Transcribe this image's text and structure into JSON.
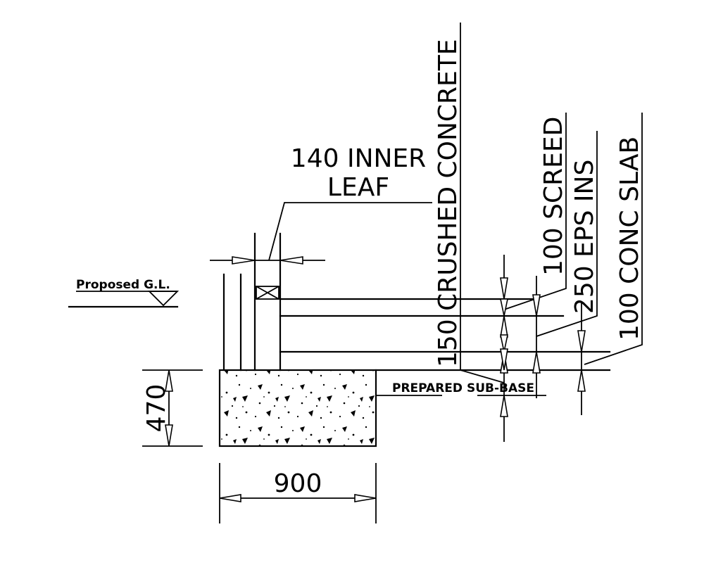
{
  "labels": {
    "inner_leaf_line1": "140 INNER",
    "inner_leaf_line2": "LEAF",
    "proposed_gl": "Proposed G.L.",
    "prepared_subbase": "PREPARED SUB-BASE",
    "footing_depth": "470",
    "footing_width": "900",
    "crushed_concrete": "150 CRUSHED CONCRETE",
    "screed": "100 SCREED",
    "eps_ins": "250 EPS INS",
    "conc_slab": "100 CONC SLAB"
  },
  "colors": {
    "line": "#000000",
    "background": "#ffffff"
  }
}
